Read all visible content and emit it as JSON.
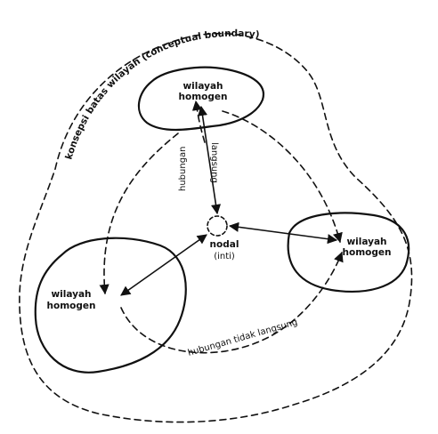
{
  "diagram": {
    "boundary_label": "konsepsi batas wilayah (conceptual boundary)",
    "region_top": {
      "line1": "wilayah",
      "line2": "homogen"
    },
    "region_right": {
      "line1": "wilayah",
      "line2": "homogen"
    },
    "region_left": {
      "line1": "wilayah",
      "line2": "homogen"
    },
    "nodal": {
      "line1": "nodal",
      "line2": "(inti)"
    },
    "direct_link": {
      "line1": "hubungan",
      "line2": "langsung"
    },
    "indirect_link": "hubungan tidak langsung"
  }
}
